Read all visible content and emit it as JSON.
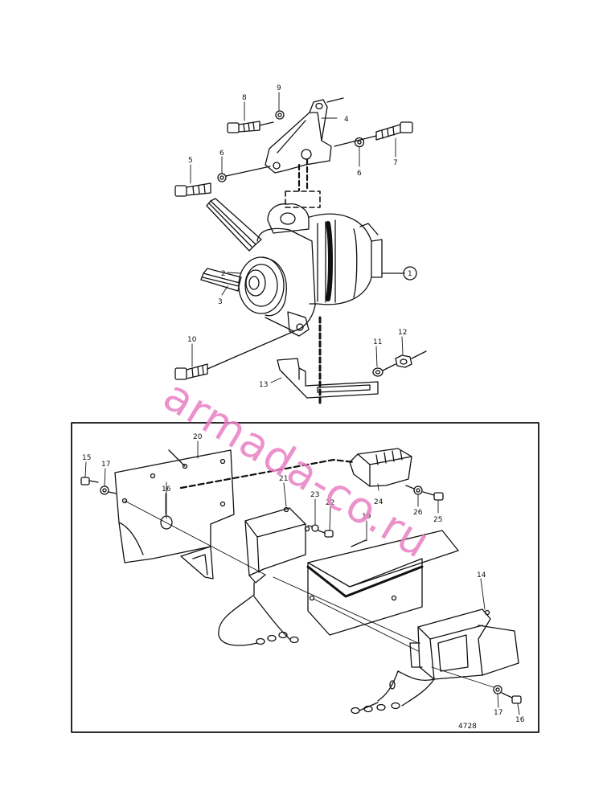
{
  "diagram": {
    "upper_callouts": [
      "1",
      "2",
      "3",
      "4",
      "5",
      "6",
      "6",
      "7",
      "8",
      "9",
      "10",
      "11",
      "12",
      "13"
    ],
    "lower_callouts": [
      "14",
      "15",
      "16",
      "16",
      "17",
      "17",
      "19",
      "20",
      "21",
      "22",
      "23",
      "24",
      "25",
      "26"
    ],
    "figure_number": "4728"
  },
  "watermark": {
    "text": "armada-co.ru",
    "color": "#e87fc4"
  },
  "colors": {
    "ink": "#111111",
    "paper": "#ffffff"
  }
}
